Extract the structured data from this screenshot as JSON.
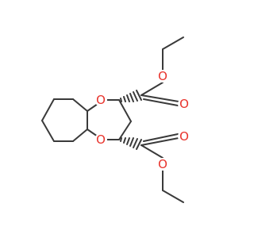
{
  "molecule": {
    "atom_labels": {
      "ring_oxygen_top": "O",
      "ring_oxygen_bottom": "O",
      "carbonyl_oxygen_top": "O",
      "ester_oxygen_top": "O",
      "carbonyl_oxygen_bottom": "O",
      "ester_oxygen_bottom": "O"
    },
    "colors": {
      "bond": "#3a3a3a",
      "oxygen": "#e8322b",
      "background": "#ffffff"
    }
  }
}
